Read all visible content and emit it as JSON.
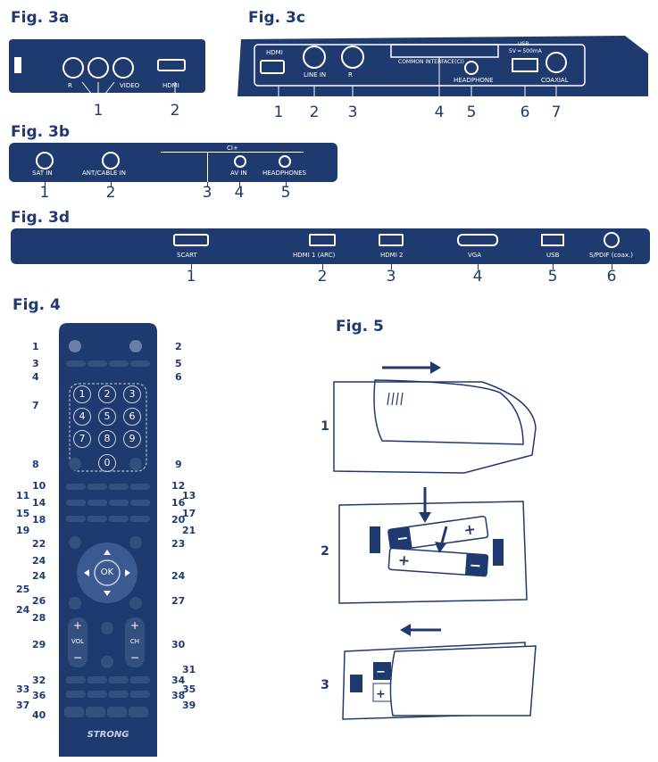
{
  "fig3a": {
    "title": "Fig. 3a",
    "labels": [
      "R",
      "VIDEO",
      "HDMI"
    ],
    "callouts": [
      "1",
      "2"
    ]
  },
  "fig3b": {
    "title": "Fig. 3b",
    "labels": [
      "SAT IN",
      "ANT/CABLE IN",
      "CI+",
      "AV IN",
      "HEADPHONES"
    ],
    "callouts": [
      "1",
      "2",
      "3",
      "4",
      "5"
    ]
  },
  "fig3c": {
    "title": "Fig. 3c",
    "labels": [
      "HDMI",
      "LINE IN",
      "R",
      "COMMON INTERFACE(CI)",
      "HEADPHONE",
      "USB",
      "5V ═ 500mA",
      "COAXIAL"
    ],
    "callouts": [
      "1",
      "2",
      "3",
      "4",
      "5",
      "6",
      "7"
    ]
  },
  "fig3d": {
    "title": "Fig. 3d",
    "labels": [
      "SCART",
      "HDMI 1 (ARC)",
      "HDMI 2",
      "VGA",
      "USB",
      "S/PDIF (coax.)"
    ],
    "callouts": [
      "1",
      "2",
      "3",
      "4",
      "5",
      "6"
    ]
  },
  "fig4": {
    "title": "Fig. 4",
    "brand": "STRONG",
    "keypad": [
      "1",
      "2",
      "3",
      "4",
      "5",
      "6",
      "7",
      "8",
      "9",
      "0"
    ],
    "vol_label": "VOL",
    "ch_label": "CH",
    "ok_label": "OK",
    "plus": "+",
    "minus": "−",
    "callouts_left": [
      "1",
      "3",
      "4",
      "7",
      "8",
      "10",
      "11",
      "14",
      "15",
      "18",
      "19",
      "22",
      "24",
      "24",
      "25",
      "24",
      "26",
      "28",
      "29",
      "32",
      "33",
      "36",
      "37",
      "40"
    ],
    "callouts_right": [
      "2",
      "5",
      "6",
      "9",
      "12",
      "13",
      "16",
      "17",
      "20",
      "21",
      "23",
      "24",
      "27",
      "30",
      "31",
      "34",
      "35",
      "38",
      "39"
    ]
  },
  "fig5": {
    "title": "Fig. 5",
    "steps": [
      "1",
      "2",
      "3"
    ]
  }
}
